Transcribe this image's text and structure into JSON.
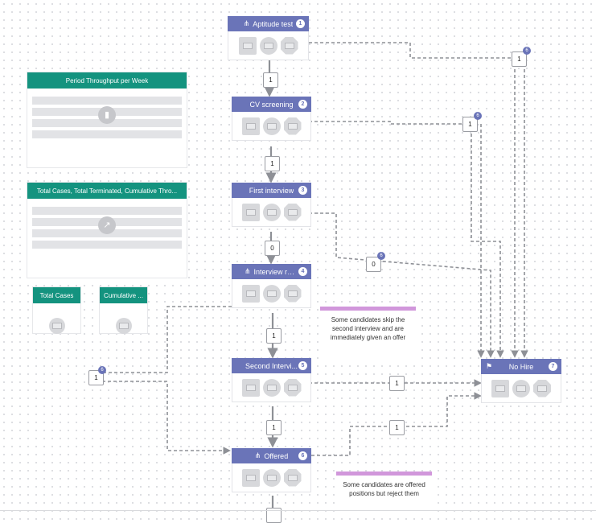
{
  "widgets": [
    {
      "title": "Period Throughput per Week",
      "icon": "bar-chart-icon"
    },
    {
      "title": "Total Cases, Total Terminated, Cumulative Thro...",
      "icon": "line-chart-icon"
    },
    {
      "title": "Total Cases",
      "icon": "kpi-icon"
    },
    {
      "title": "Cumulative ...",
      "icon": "kpi-icon"
    }
  ],
  "nodes": [
    {
      "title": "Aptitude test",
      "num": "1",
      "icon": "split-icon"
    },
    {
      "title": "CV screening",
      "num": "2",
      "icon": ""
    },
    {
      "title": "First interview",
      "num": "3",
      "icon": ""
    },
    {
      "title": "Interview ranki...",
      "num": "4",
      "icon": "split-icon"
    },
    {
      "title": "Second Intervi...",
      "num": "5",
      "icon": ""
    },
    {
      "title": "Offered",
      "num": "6",
      "icon": "split-icon"
    },
    {
      "title": "No Hire",
      "num": "7",
      "icon": "flag-icon"
    }
  ],
  "edge_labels": [
    {
      "text": "1"
    },
    {
      "text": "1"
    },
    {
      "text": "0"
    },
    {
      "text": "1"
    },
    {
      "text": "1"
    },
    {
      "text": "1",
      "badge": "6"
    },
    {
      "text": "1",
      "badge": "6"
    },
    {
      "text": "0",
      "badge": "6"
    },
    {
      "text": "1",
      "badge": "6"
    },
    {
      "text": "1"
    },
    {
      "text": "1"
    },
    {
      "text": ""
    }
  ],
  "notes": [
    {
      "text": "Some candidates skip the second interview and are immediately given an offer"
    },
    {
      "text": "Some candidates are offered positions but reject them"
    }
  ],
  "colors": {
    "node_header": "#6a74b8",
    "widget_header": "#14937f",
    "note_bar": "#d197db",
    "edge": "#8e9096"
  }
}
